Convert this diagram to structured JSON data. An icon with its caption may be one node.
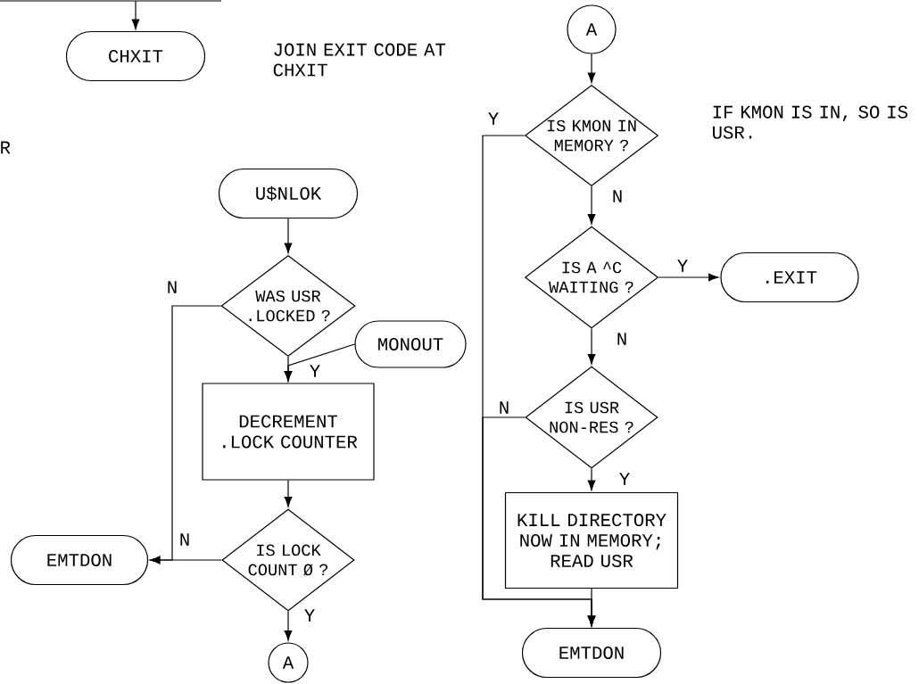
{
  "diagram": {
    "nodes": [
      {
        "text": [
          "CHXIT"
        ]
      },
      {
        "text": [
          "U$NLOK"
        ]
      },
      {
        "text": [
          "WAS USR .LOCKED ?"
        ]
      },
      {
        "text": [
          "MONOUT"
        ]
      },
      {
        "text": [
          "DECREMENT .LOCK COUNTER"
        ]
      },
      {
        "text": [
          "IS LOCK COUNT Ø ?"
        ]
      },
      {
        "text": [
          "EMTDON"
        ]
      },
      {
        "text": [
          "A"
        ]
      },
      {
        "text": [
          "A"
        ]
      },
      {
        "text": [
          "IS KMON IN MEMORY ?"
        ]
      },
      {
        "text": [
          "IS A ^C WAITING ?"
        ]
      },
      {
        "text": [
          ".EXIT"
        ]
      },
      {
        "text": [
          "IS USR NON-RES ?"
        ]
      },
      {
        "text": [
          "KILL DIRECTORY NOW IN MEMORY; READ USR"
        ]
      },
      {
        "text": [
          "EMTDON"
        ]
      }
    ],
    "edges": [
      {
        "from": null,
        "to": 0,
        "arrow": "to"
      },
      {
        "from": 1,
        "to": 2,
        "arrow": "to"
      },
      {
        "from": 2,
        "to": 6,
        "arrow": "to",
        "label": "N"
      },
      {
        "from": 2,
        "to": 4,
        "arrow": "to",
        "label": "Y"
      },
      {
        "from": 3,
        "to": 4,
        "arrow": "to"
      },
      {
        "from": 4,
        "to": 5,
        "arrow": "to"
      },
      {
        "from": 5,
        "to": 6,
        "arrow": "to",
        "label": "N"
      },
      {
        "from": 5,
        "to": 7,
        "arrow": "to",
        "label": "Y"
      },
      {
        "from": 8,
        "to": 9,
        "arrow": "to"
      },
      {
        "from": 9,
        "to": 14,
        "arrow": "to",
        "label": "Y"
      },
      {
        "from": 9,
        "to": 10,
        "arrow": "to",
        "label": "N"
      },
      {
        "from": 10,
        "to": 11,
        "arrow": "to",
        "label": "Y"
      },
      {
        "from": 10,
        "to": 12,
        "arrow": "to",
        "label": "N"
      },
      {
        "from": 12,
        "to": 14,
        "arrow": "to",
        "label": "N"
      },
      {
        "from": 12,
        "to": 13,
        "arrow": "to",
        "label": "Y"
      },
      {
        "from": 13,
        "to": 14,
        "arrow": "to"
      }
    ],
    "labels": [
      "JOIN EXIT CODE AT CHXIT",
      "R",
      "IF KMON IS IN, SO IS USR."
    ]
  }
}
